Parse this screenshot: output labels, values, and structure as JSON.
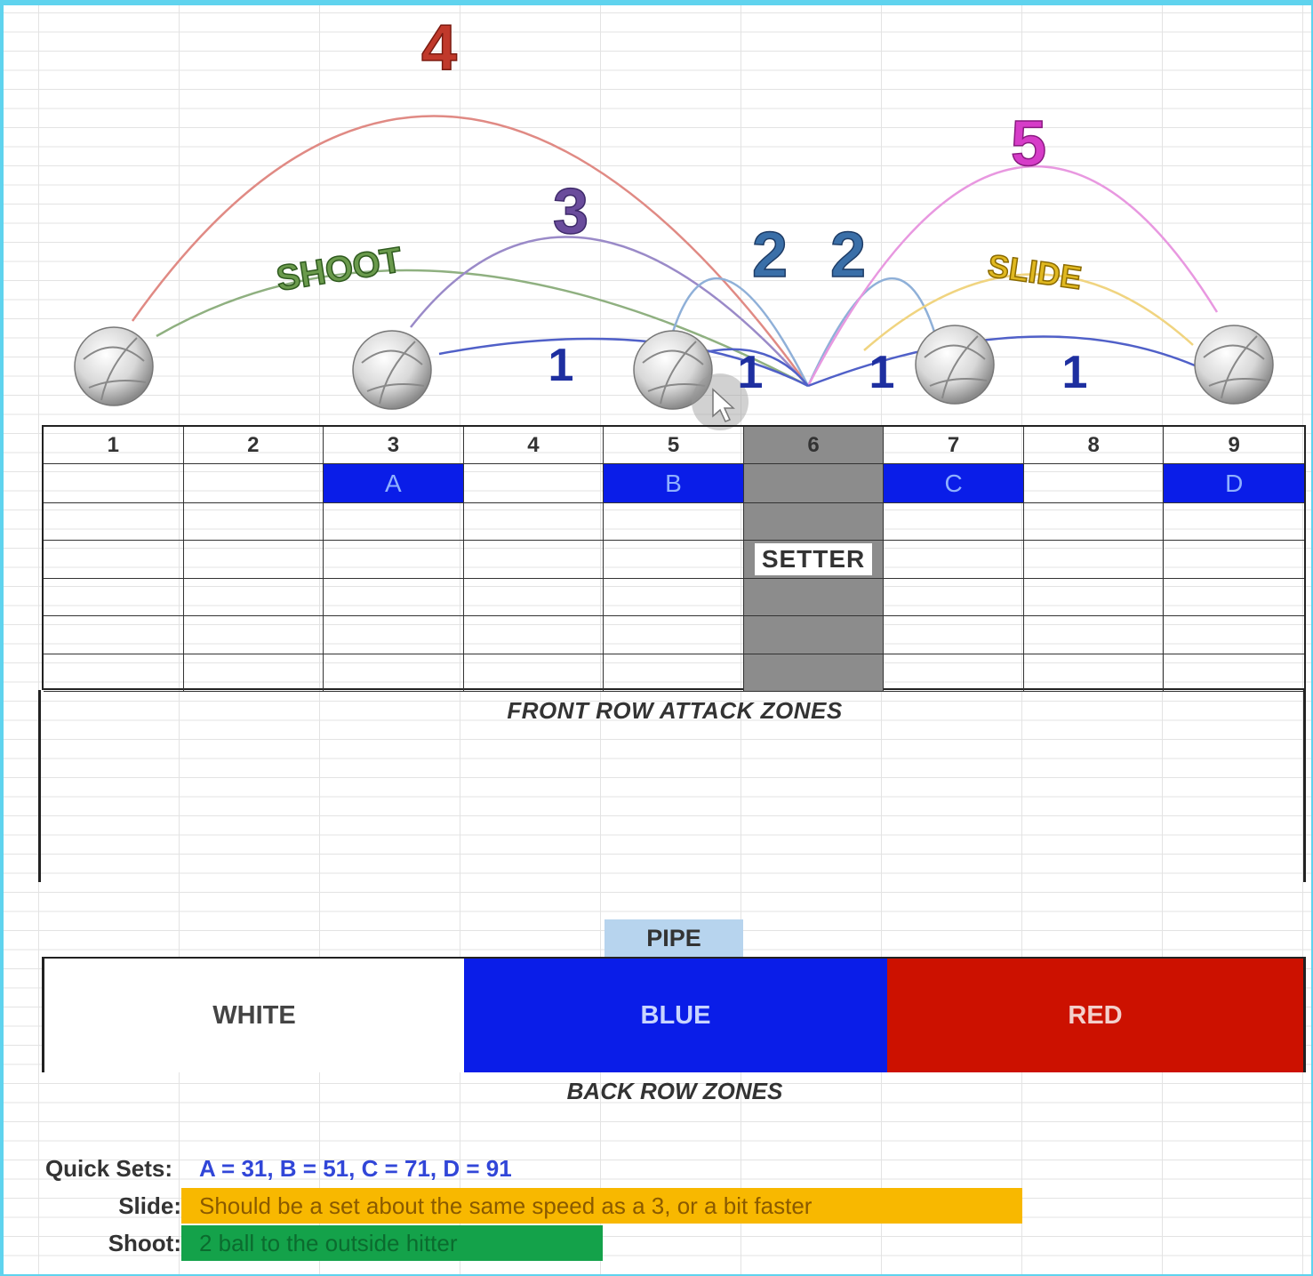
{
  "zones": [
    "1",
    "2",
    "3",
    "4",
    "5",
    "6",
    "7",
    "8",
    "9"
  ],
  "quick_markers": [
    "",
    "",
    "A",
    "",
    "B",
    "",
    "C",
    "",
    "D"
  ],
  "setter_label": "SETTER",
  "front_row_label": "FRONT ROW ATTACK ZONES",
  "pipe_label": "PIPE",
  "back_zones": [
    "WHITE",
    "BLUE",
    "RED"
  ],
  "back_row_label": "BACK ROW ZONES",
  "set_labels": {
    "four": "4",
    "three": "3",
    "five": "5",
    "two_left": "2",
    "two_right": "2",
    "one": "1",
    "shoot": "SHOOT",
    "slide": "SLIDE"
  },
  "legend": {
    "quick_label": "Quick Sets:",
    "quick_value": "A = 31, B = 51, C = 71, D = 91",
    "slide_label": "Slide:",
    "slide_value": "Should be a set about the same speed as a 3, or a bit faster",
    "shoot_label": "Shoot:",
    "shoot_value": "2 ball to the outside hitter"
  },
  "colors": {
    "set_4": "#c0392b",
    "set_3": "#6a4c9c",
    "set_5": "#d63cc8",
    "set_2": "#3a6fa8",
    "set_1": "#1e2fa0",
    "shoot": "#4c8a3c",
    "slide": "#d8a800",
    "quick_blue": "#0a1de8",
    "back_red": "#cc1100",
    "setter_gray": "#8c8c8c"
  }
}
